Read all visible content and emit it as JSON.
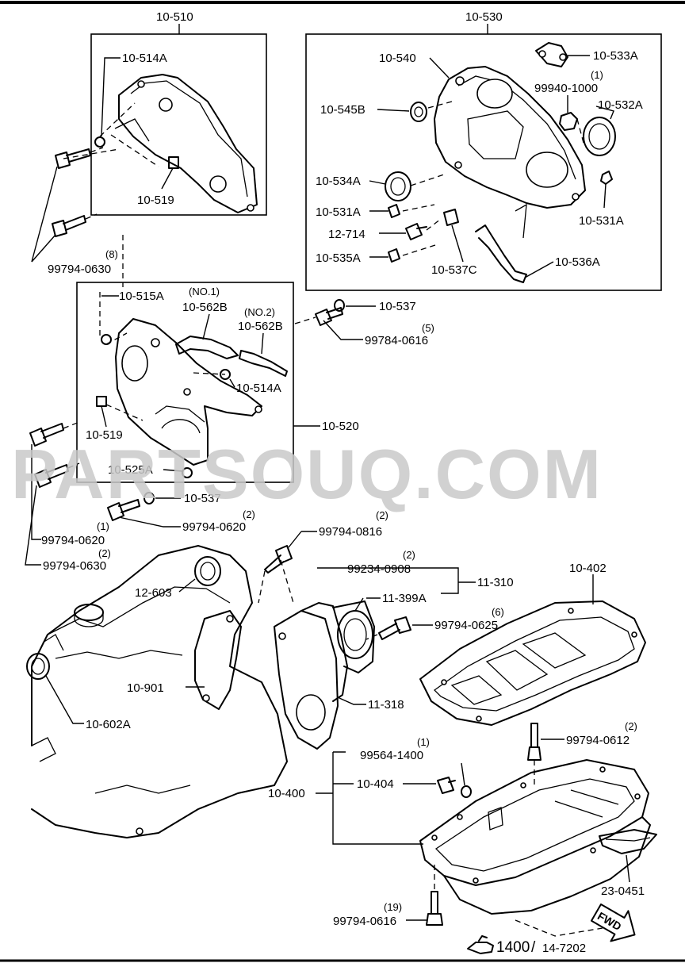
{
  "watermark": "PARTSOUQ.COM",
  "footer": {
    "ref_primary": "1400",
    "separator": "/",
    "ref_secondary": "14-7202",
    "fwd": "FWD"
  },
  "labels": {
    "g510": "10-510",
    "g530": "10-530",
    "g520": "10-520",
    "p514a_top": "10-514A",
    "p519_top": "10-519",
    "p9979406308": "99794-0630",
    "q9979406308": "(8)",
    "p540": "10-540",
    "p533a": "10-533A",
    "p99940": "99940-1000",
    "q99940": "(1)",
    "p545b": "10-545B",
    "p532a": "10-532A",
    "p534a": "10-534A",
    "p531a_l": "10-531A",
    "p531a_r": "10-531A",
    "p12714": "12-714",
    "p535a": "10-535A",
    "p537c": "10-537C",
    "p536a": "10-536A",
    "p515a": "10-515A",
    "no1": "(NO.1)",
    "p562b_1": "10-562B",
    "no2": "(NO.2)",
    "p562b_2": "10-562B",
    "p514a_mid": "10-514A",
    "p519_mid": "10-519",
    "p525a": "10-525A",
    "p537_top": "10-537",
    "p9978406165": "99784-0616",
    "q9978406165": "(5)",
    "p537_mid": "10-537",
    "p9979406202": "99794-0620",
    "q9979406202": "(2)",
    "p9979406201": "99794-0620",
    "q9979406201": "(1)",
    "p9979406302": "99794-0630",
    "q9979406302": "(2)",
    "p9979408162": "99794-0816",
    "q9979408162": "(2)",
    "p12603": "12-603",
    "p10901": "10-901",
    "p10602a": "10-602A",
    "p99234": "99234-0908",
    "q99234": "(2)",
    "p11310": "11-310",
    "p11399a": "11-399A",
    "p9979406256": "99794-0625",
    "q9979406256": "(6)",
    "p11318": "11-318",
    "p10402": "10-402",
    "p9979406122": "99794-0612",
    "q9979406122": "(2)",
    "p99564": "99564-1400",
    "q99564": "(1)",
    "p10400": "10-400",
    "p10404": "10-404",
    "p230451": "23-0451",
    "p99794061619": "99794-0616",
    "q99794061619": "(19)"
  }
}
